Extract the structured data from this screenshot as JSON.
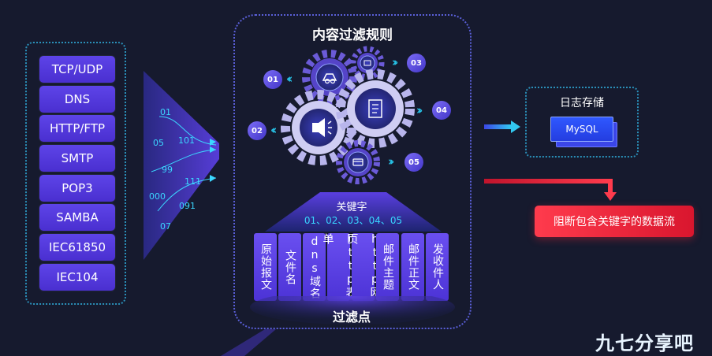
{
  "protocols": [
    "TCP/UDP",
    "DNS",
    "HTTP/FTP",
    "SMTP",
    "POP3",
    "SAMBA",
    "IEC61850",
    "IEC104"
  ],
  "stream_numbers": [
    "01",
    "05",
    "101",
    "99",
    "111",
    "000",
    "091",
    "07"
  ],
  "rules": {
    "title": "内容过滤规则",
    "badges": [
      "01",
      "02",
      "03",
      "04",
      "05"
    ],
    "keyword_label": "关键字",
    "keyword_numbers": "01、02、03、04、05",
    "columns": [
      "原始报文",
      "文件名",
      "dns域名",
      "http表单",
      "http网页",
      "邮件主题",
      "邮件正文",
      "发收件人"
    ],
    "footer": "过滤点"
  },
  "log": {
    "title": "日志存储",
    "db": "MySQL"
  },
  "block_text": "阻断包含关键字的数据流",
  "watermark": "九七分享吧",
  "colors": {
    "background": "#161a2e",
    "accent_purple": "#5d44e8",
    "accent_cyan": "#3bd7ff",
    "alert_red": "#ff3b4d"
  }
}
